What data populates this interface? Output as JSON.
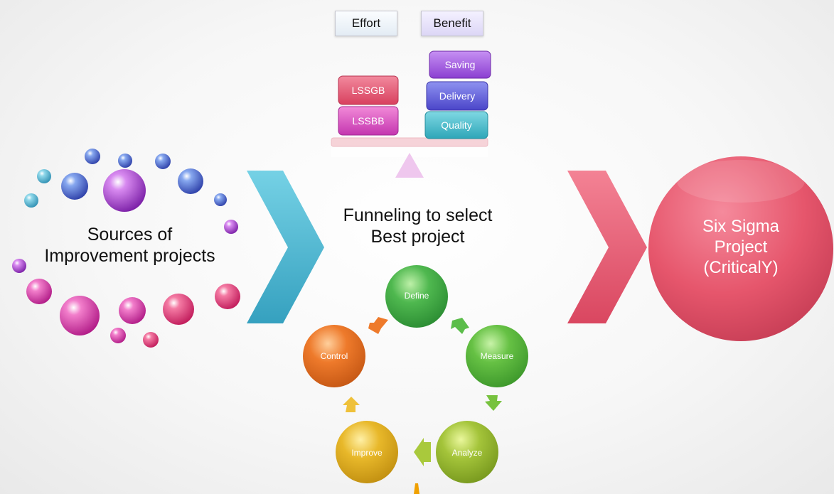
{
  "sources": {
    "line1": "Sources of",
    "line2": "Improvement projects"
  },
  "funnel": {
    "line1": "Funneling to select",
    "line2": "Best project"
  },
  "balance": {
    "effort_label": "Effort",
    "benefit_label": "Benefit",
    "effort_items": [
      "LSSGB",
      "LSSBB"
    ],
    "benefit_items": [
      "Saving",
      "Delivery",
      "Quality"
    ]
  },
  "dmaic": {
    "steps": [
      "Define",
      "Measure",
      "Analyze",
      "Improve",
      "Control"
    ]
  },
  "result": {
    "line1": "Six Sigma",
    "line2": "Project",
    "line3": "(CriticalY)"
  },
  "colors": {
    "chevron_left": "#3fb4cf",
    "chevron_right": "#e9566e",
    "result_circle": "#e6566c",
    "define": "#4fb84f",
    "measure": "#66c144",
    "analyze": "#a4c43a",
    "improve": "#e8b82a",
    "control": "#ee7a2b"
  }
}
